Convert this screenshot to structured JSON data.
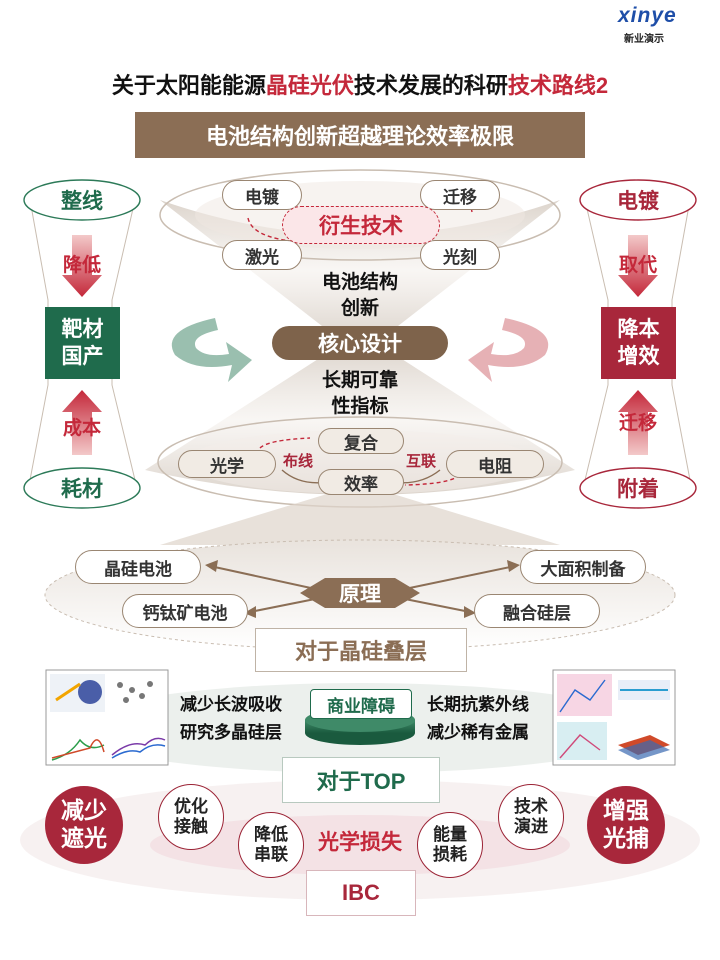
{
  "logo": {
    "name": "xinye",
    "sub": "新业演示"
  },
  "title": {
    "part1": "关于太阳能能源",
    "part2": "晶硅光伏",
    "part3": "技术发展的科研",
    "part4": "技术路线2"
  },
  "banner": "电池结构创新超越理论效率极限",
  "left_panel": {
    "top": "整线",
    "arrow_down": "降低",
    "box": "靶材\n国产",
    "arrow_up": "成本",
    "bottom": "耗材"
  },
  "right_panel": {
    "top": "电镀",
    "arrow_down": "取代",
    "box": "降本\n增效",
    "arrow_up": "迁移",
    "bottom": "附着"
  },
  "top_ring": {
    "center": "衍生技术",
    "items": [
      "电镀",
      "迁移",
      "激光",
      "光刻"
    ]
  },
  "funnel": {
    "upper": "电池结构\n创新",
    "core": "核心设计",
    "lower": "长期可靠\n性指标"
  },
  "bottom_ring": {
    "items": [
      "复合",
      "光学",
      "效率",
      "电阻"
    ],
    "links": [
      "布线",
      "互联"
    ]
  },
  "principle": {
    "center": "原理",
    "items": [
      "晶硅电池",
      "大面积制备",
      "钙钛矿电池",
      "融合硅层"
    ],
    "label": "对于晶硅叠层"
  },
  "top_section": {
    "left_lines": [
      "减少长波吸收",
      "研究多晶硅层"
    ],
    "center": "商业障碍",
    "right_lines": [
      "长期抗紫外线",
      "减少稀有金属"
    ],
    "label": "对于TOP"
  },
  "ibc_section": {
    "left_big": "减少\n遮光",
    "right_big": "增强\n光捕",
    "small": [
      "优化\n接触",
      "降低\n串联",
      "能量\n损耗",
      "技术\n演进"
    ],
    "center": "光学损失",
    "label": "IBC"
  },
  "colors": {
    "brown": "#8b6e55",
    "green": "#1f6b4c",
    "red": "#a8273b"
  }
}
